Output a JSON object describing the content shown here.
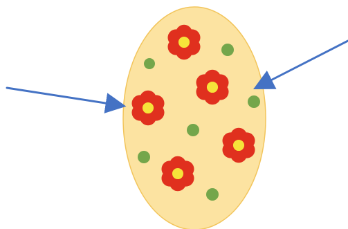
{
  "diagram": {
    "egg": {
      "fill": "#FCE3A1",
      "stroke": "#F2C55C"
    },
    "colors": {
      "flower_petal": "#E0301E",
      "flower_center": "#F6E43A",
      "dot": "#74A64B",
      "arrow": "#4472C4"
    },
    "flowers": [
      {
        "name": "flower-top"
      },
      {
        "name": "flower-upper-right"
      },
      {
        "name": "flower-left"
      },
      {
        "name": "flower-right"
      },
      {
        "name": "flower-bottom"
      }
    ],
    "dots": [
      {
        "name": "dot-1"
      },
      {
        "name": "dot-2"
      },
      {
        "name": "dot-3"
      },
      {
        "name": "dot-4"
      },
      {
        "name": "dot-5"
      },
      {
        "name": "dot-6"
      }
    ],
    "arrows": [
      {
        "name": "arrow-left",
        "points_to": "egg"
      },
      {
        "name": "arrow-right",
        "points_to": "egg"
      }
    ]
  }
}
